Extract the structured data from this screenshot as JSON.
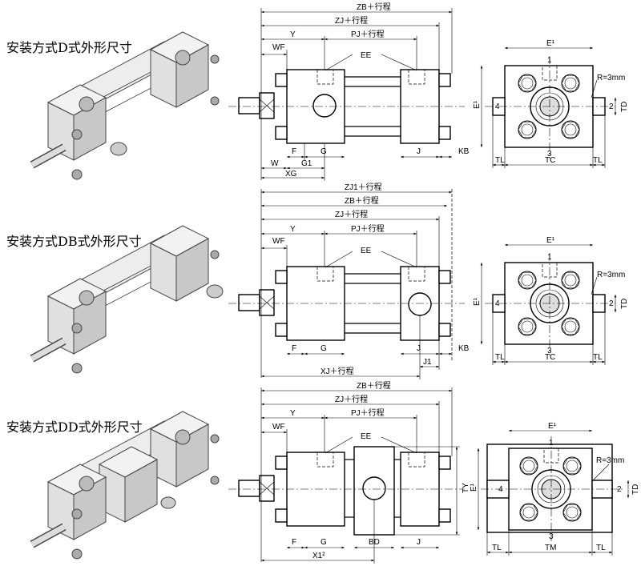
{
  "titles": {
    "d": "安装方式D式外形尺寸",
    "db": "安装方式DB式外形尺寸",
    "dd": "安装方式DD式外形尺寸"
  },
  "labels": {
    "zb": "ZB＋行程",
    "zj": "ZJ＋行程",
    "zj1": "ZJ1＋行程",
    "pj": "PJ＋行程",
    "xj": "XJ＋行程",
    "y": "Y",
    "wf": "WF",
    "ee": "EE",
    "f": "F",
    "g": "G",
    "g1": "G1",
    "w": "W",
    "xg": "XG",
    "j": "J",
    "j1": "J1",
    "kb": "KB",
    "bd": "BD",
    "x1": "X1²",
    "e_prime": "E¹",
    "r3": "R=3mm",
    "td": "TD",
    "tl": "TL",
    "tc": "TC",
    "tm": "TM",
    "ty": "TY",
    "n1": "1",
    "n2": "2",
    "n3": "3",
    "n4": "4"
  }
}
